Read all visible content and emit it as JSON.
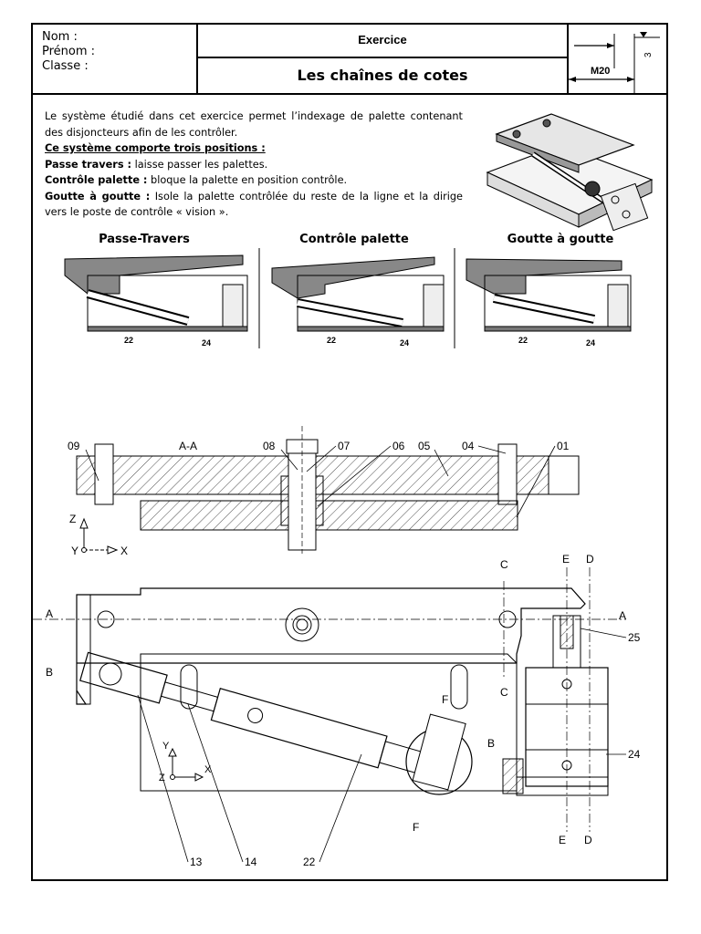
{
  "header": {
    "nom_label": "Nom :",
    "prenom_label": "Prénom :",
    "classe_label": "Classe :",
    "section": "Exercice",
    "title": "Les chaînes de cotes",
    "logo_dim": "M20",
    "logo_small": "3"
  },
  "intro": {
    "p1": "Le système étudié dans cet exercice permet l’indexage de palette contenant des disjoncteurs afin de les contrôler.",
    "positions_heading": "Ce système comporte trois positions :",
    "pos1_name": "Passe travers :",
    "pos1_desc": " laisse passer les palettes.",
    "pos2_name": "Contrôle palette :",
    "pos2_desc": " bloque la palette en position contrôle.",
    "pos3_name": "Goutte à goutte :",
    "pos3_desc": " Isole la palette contrôlée du reste de la ligne et la dirige vers le poste de contrôle « vision »."
  },
  "positions": [
    {
      "title": "Passe-Travers",
      "label_a": "22",
      "label_b": "24"
    },
    {
      "title": "Contrôle palette",
      "label_a": "22",
      "label_b": "24"
    },
    {
      "title": "Goutte à goutte",
      "label_a": "22",
      "label_b": "24"
    }
  ],
  "section_view": {
    "title": "A-A",
    "callouts": [
      "09",
      "08",
      "07",
      "06",
      "05",
      "04",
      "01"
    ],
    "axes": {
      "z": "Z",
      "y": "Y",
      "x": "X"
    }
  },
  "main_view": {
    "section_marks": {
      "a": "A",
      "b": "B",
      "c": "C",
      "d": "D",
      "e": "E",
      "f": "F"
    },
    "callouts": {
      "p25": "25",
      "p24": "24",
      "p13": "13",
      "p14": "14",
      "p22": "22"
    },
    "axes": {
      "y": "Y",
      "z": "Z",
      "x": "X"
    }
  }
}
